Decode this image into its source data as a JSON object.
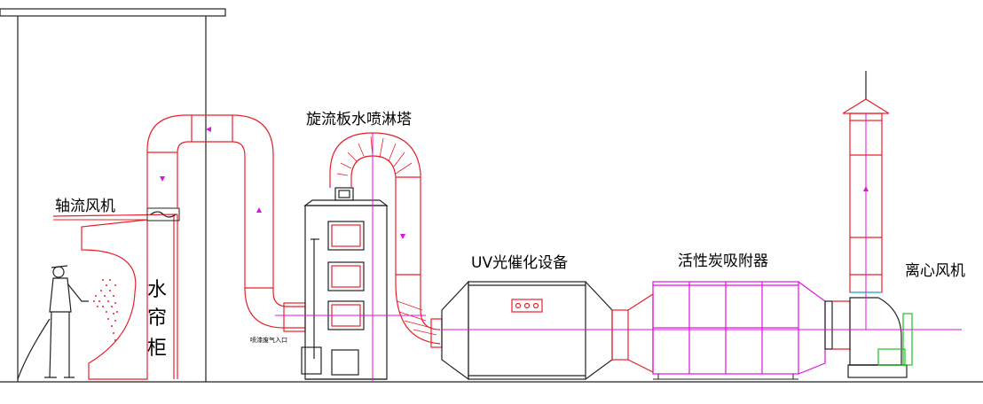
{
  "labels": {
    "axial_fan": "轴流风机",
    "spray_tower": "旋流板水喷淋塔",
    "uv_device": "UV光催化设备",
    "carbon_adsorber": "活性炭吸附器",
    "centrifugal_fan": "离心风机",
    "water_curtain_1": "水",
    "water_curtain_2": "帘",
    "water_curtain_3": "柜",
    "inlet_note": "喷漆废气入口"
  },
  "colors": {
    "duct": "#e8202a",
    "flow": "#e010e0",
    "carbon": "#e010e0",
    "equipment": "#222222",
    "motor": "#20c020",
    "spray": "#e8202a"
  },
  "icons": {
    "painter": "painter-figure-icon",
    "arrow": "flow-arrow-icon"
  }
}
